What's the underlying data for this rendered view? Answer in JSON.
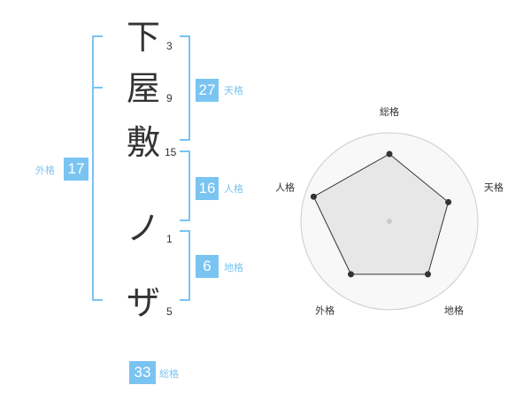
{
  "name_chars": [
    {
      "char": "下",
      "strokes": "3"
    },
    {
      "char": "屋",
      "strokes": "9"
    },
    {
      "char": "敷",
      "strokes": "15"
    },
    {
      "char": "ノ",
      "strokes": "1"
    },
    {
      "char": "ザ",
      "strokes": "5"
    }
  ],
  "kakaku": {
    "tenkaku": {
      "value": "27",
      "label": "天格"
    },
    "jinkaku": {
      "value": "16",
      "label": "人格"
    },
    "chikaku": {
      "value": "6",
      "label": "地格"
    },
    "gaikaku": {
      "value": "17",
      "label": "外格"
    },
    "soukaku": {
      "value": "33",
      "label": "総格"
    }
  },
  "colors": {
    "accent": "#7ac4f2",
    "text": "#333333",
    "fill": "#eeeeee",
    "grid": "#cccccc"
  },
  "chart_data": {
    "type": "radar",
    "axes": [
      "総格",
      "天格",
      "地格",
      "外格",
      "人格"
    ],
    "values": [
      0.76,
      0.7,
      0.74,
      0.74,
      0.9
    ],
    "range": [
      0,
      1
    ],
    "rings": 4
  }
}
